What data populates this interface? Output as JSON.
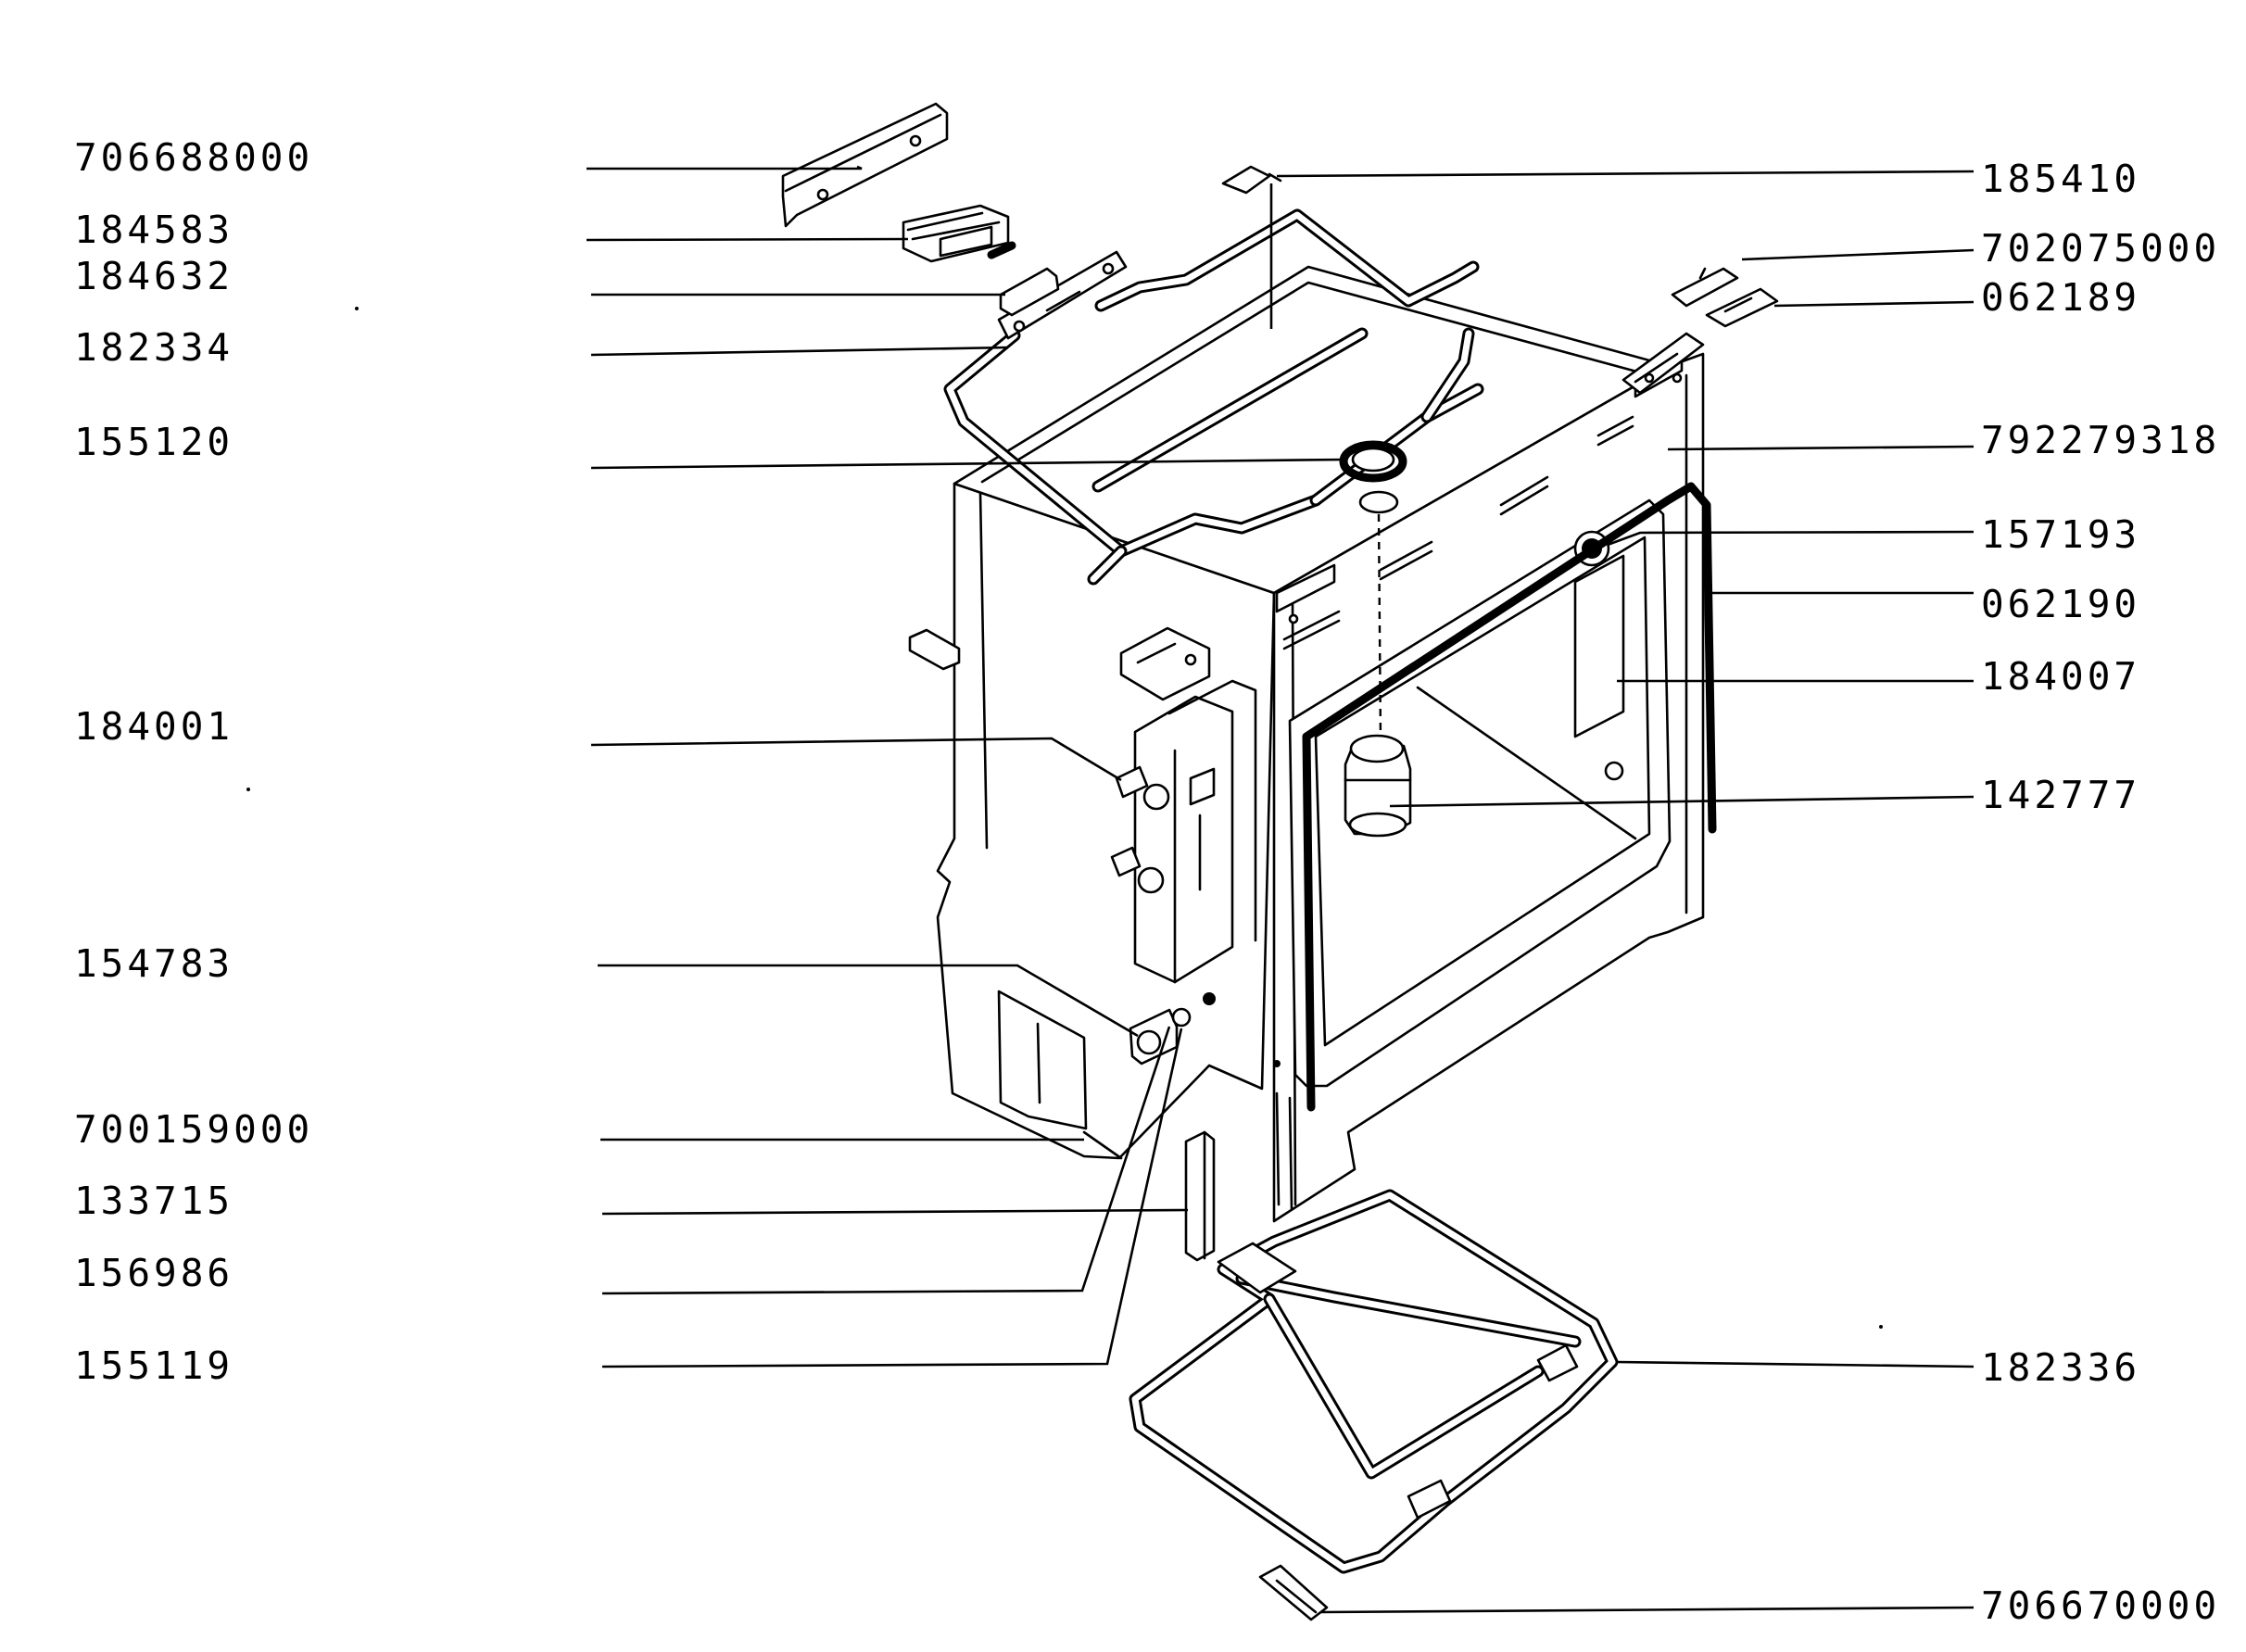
{
  "diagram": {
    "labels_left": [
      {
        "id": "706688000",
        "text": "706688000"
      },
      {
        "id": "184583",
        "text": "184583"
      },
      {
        "id": "184632",
        "text": "184632"
      },
      {
        "id": "182334",
        "text": "182334"
      },
      {
        "id": "155120",
        "text": "155120"
      },
      {
        "id": "184001",
        "text": "184001"
      },
      {
        "id": "154783",
        "text": "154783"
      },
      {
        "id": "700159000",
        "text": "700159000"
      },
      {
        "id": "133715",
        "text": "133715"
      },
      {
        "id": "156986",
        "text": "156986"
      },
      {
        "id": "155119",
        "text": "155119"
      }
    ],
    "labels_right": [
      {
        "id": "185410",
        "text": "185410"
      },
      {
        "id": "702075000",
        "text": "702075000"
      },
      {
        "id": "062189",
        "text": "062189"
      },
      {
        "id": "792279318",
        "text": "792279318"
      },
      {
        "id": "157193",
        "text": "157193"
      },
      {
        "id": "062190",
        "text": "062190"
      },
      {
        "id": "184007",
        "text": "184007"
      },
      {
        "id": "142777",
        "text": "142777"
      },
      {
        "id": "182336",
        "text": "182336"
      },
      {
        "id": "706670000",
        "text": "706670000"
      }
    ]
  }
}
